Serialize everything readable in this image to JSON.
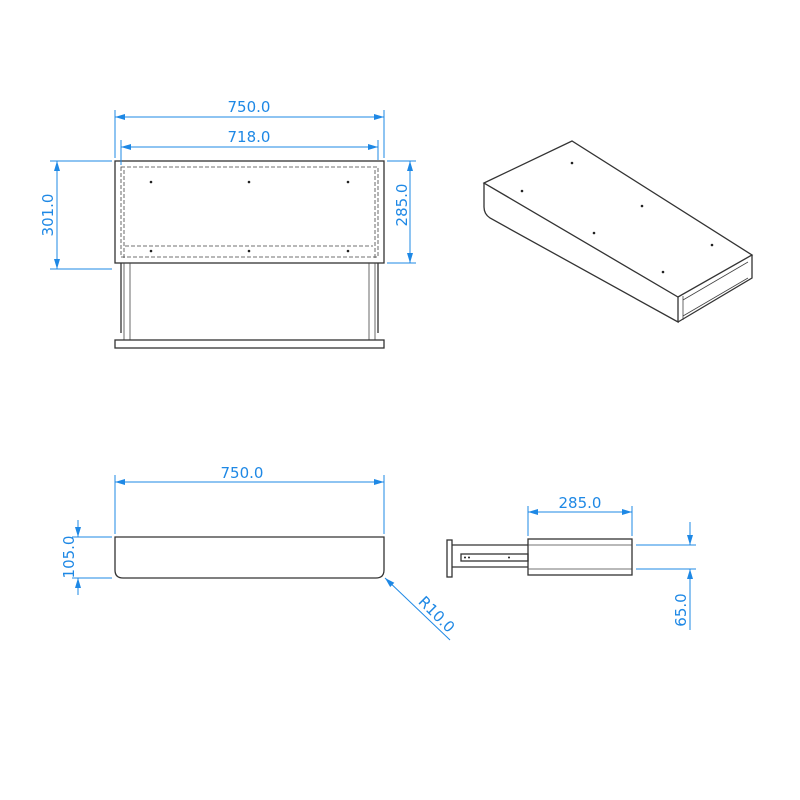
{
  "colors": {
    "dimension": "#1e88e5",
    "outline": "#333333"
  },
  "front_view": {
    "overall_width": "750.0",
    "inner_width": "718.0",
    "overall_height": "301.0",
    "inner_height": "285.0"
  },
  "isometric_view": {},
  "bottom_view": {
    "width": "750.0",
    "height": "105.0",
    "radius": "R10.0"
  },
  "side_view": {
    "depth": "285.0",
    "thickness": "65.0"
  }
}
